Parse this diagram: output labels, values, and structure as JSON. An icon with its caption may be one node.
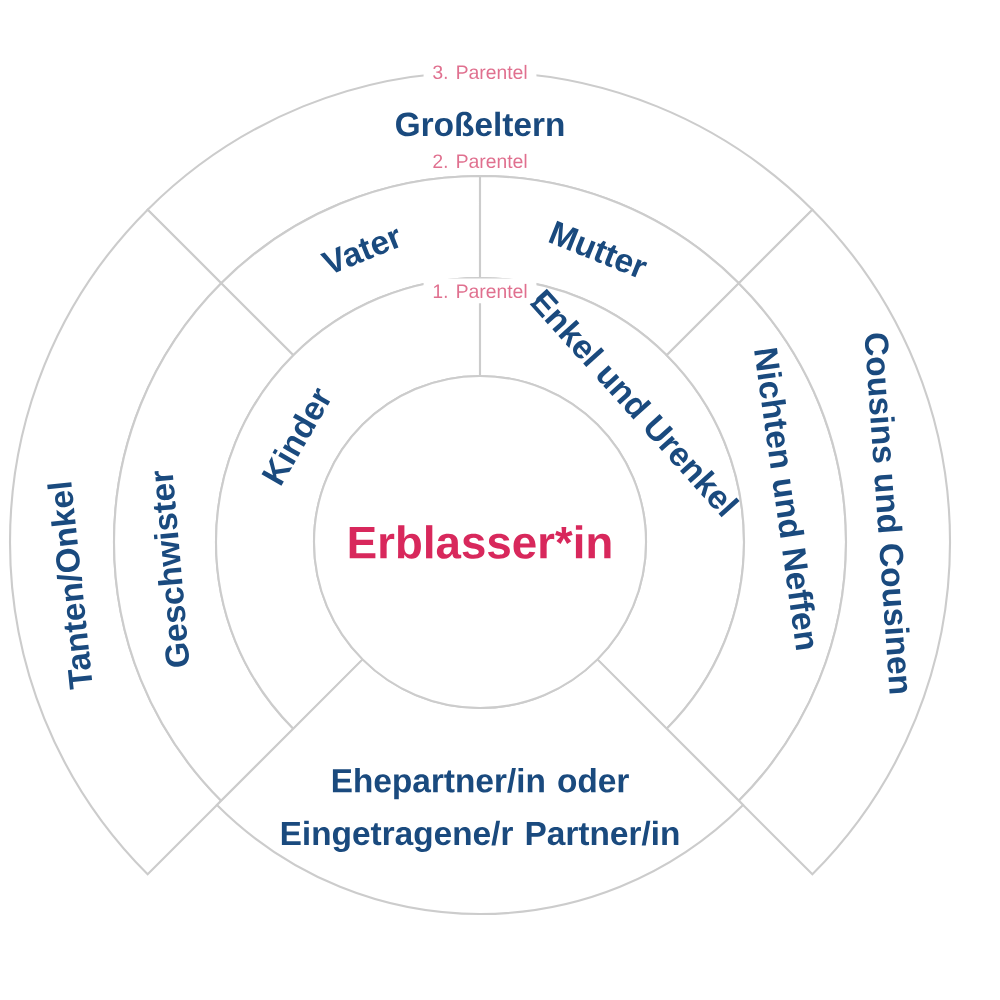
{
  "diagram": {
    "nodes": [
      {
        "text": [
          "Großeltern"
        ]
      },
      {
        "text": [
          "Vater"
        ]
      },
      {
        "text": [
          "Mutter"
        ]
      },
      {
        "text": [
          "Tanten/Onkel"
        ]
      },
      {
        "text": [
          "Geschwister"
        ]
      },
      {
        "text": [
          "Kinder"
        ]
      },
      {
        "text": [
          "Enkel und Urenkel"
        ]
      },
      {
        "text": [
          "Nichten und Neffen"
        ]
      },
      {
        "text": [
          "Cousins und Cousinen"
        ]
      },
      {
        "text": [
          "Erblasser*in"
        ]
      },
      {
        "text": [
          "Ehepartner/in oder Eingetragene/r Partner/in"
        ]
      }
    ],
    "labels": [
      "3. Parentel",
      "2. Parentel",
      "1. Parentel"
    ]
  }
}
